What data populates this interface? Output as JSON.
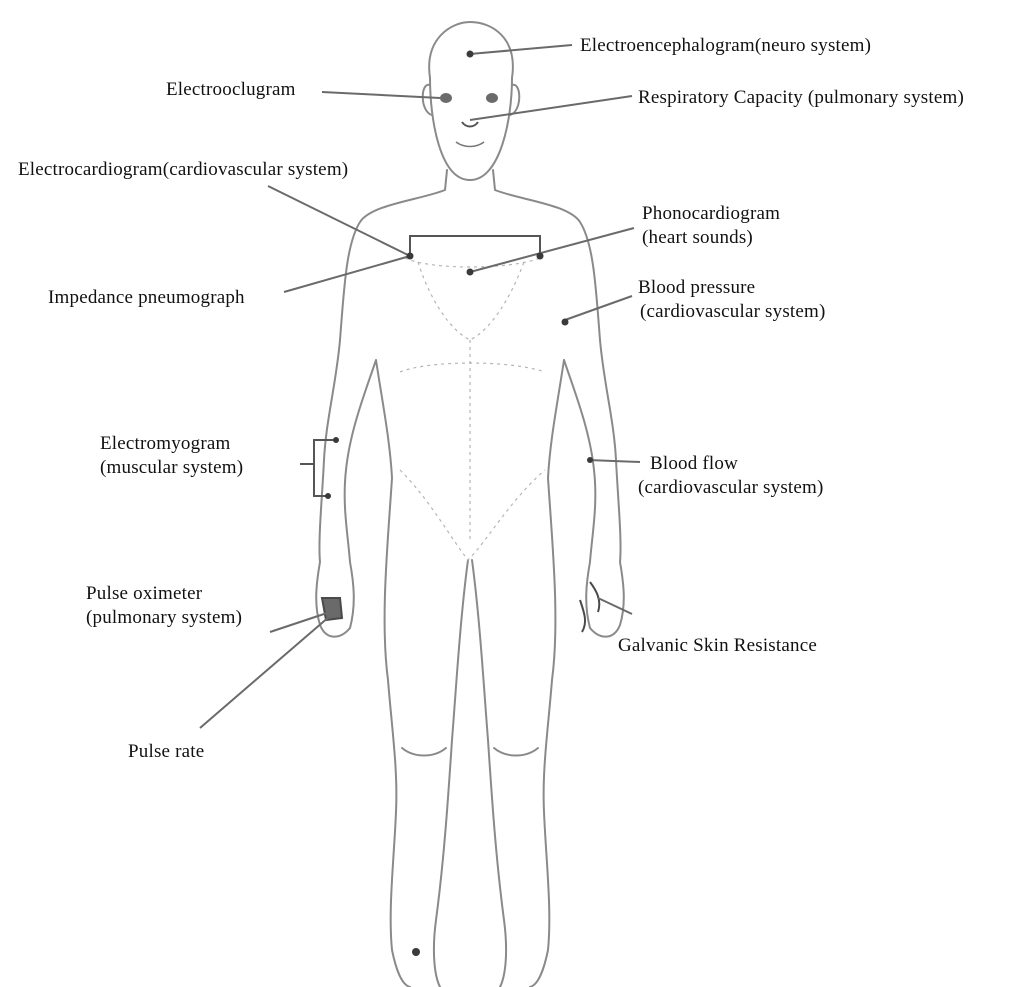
{
  "colors": {
    "outline": "#8a8a8a",
    "leader": "#6a6a6a",
    "electrode": "#3a3a3a",
    "text": "#111111",
    "background": "#ffffff"
  },
  "labels": {
    "eeg": "Electroencephalogram(neuro system)",
    "eog": "Electrooclugram",
    "respiratory": "Respiratory Capacity (pulmonary  system)",
    "ecg": "Electrocardiogram(cardiovascular system)",
    "pcg_line1": "Phonocardiogram",
    "pcg_line2": "(heart sounds)",
    "impedance": "Impedance pneumograph",
    "bp_line1": "Blood pressure",
    "bp_line2": "(cardiovascular system)",
    "emg_line1": "Electromyogram",
    "emg_line2": "(muscular system)",
    "bloodflow_line1": "Blood flow",
    "bloodflow_line2": "(cardiovascular system)",
    "oximeter_line1": "Pulse oximeter",
    "oximeter_line2": "(pulmonary  system)",
    "gsr": "Galvanic Skin Resistance",
    "pulse_rate": "Pulse rate"
  }
}
